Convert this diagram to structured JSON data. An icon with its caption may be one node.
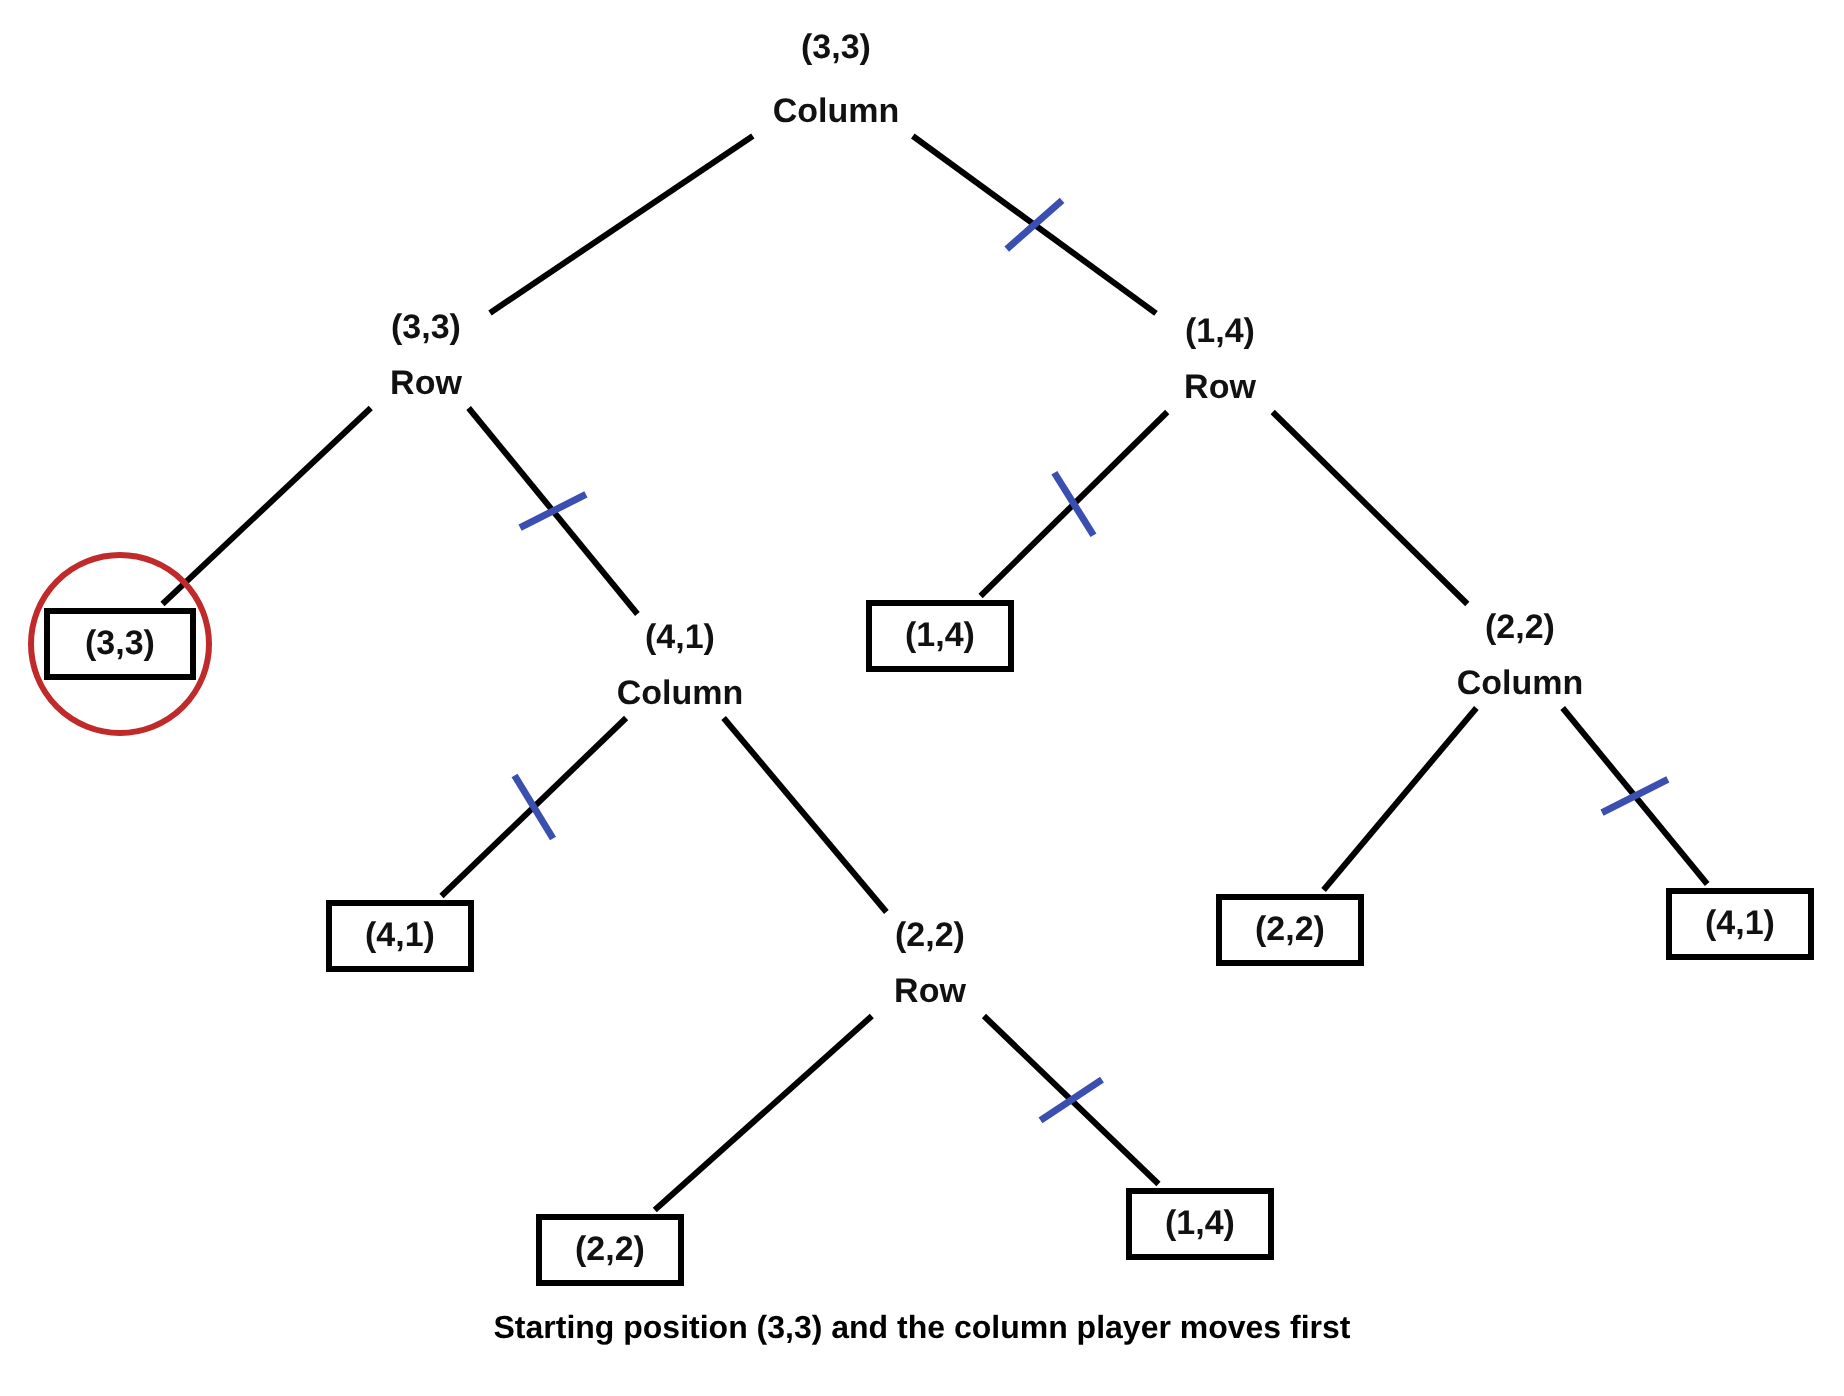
{
  "diagram": {
    "caption": "Starting position (3,3) and the column player moves first",
    "nodes": [
      {
        "text": [
          "(3,3)",
          "Column"
        ]
      },
      {
        "text": [
          "(3,3)",
          "Row"
        ]
      },
      {
        "text": [
          "(1,4)",
          "Row"
        ]
      },
      {
        "text": [],
        "shape": "circle"
      },
      {
        "text": [
          "(3,3)"
        ],
        "in": 3
      },
      {
        "text": [
          "(4,1)",
          "Column"
        ]
      },
      {
        "text": [
          "(1,4)"
        ]
      },
      {
        "text": [
          "(2,2)",
          "Column"
        ]
      },
      {
        "text": [
          "(4,1)"
        ]
      },
      {
        "text": [
          "(2,2)",
          "Row"
        ]
      },
      {
        "text": [
          "(2,2)"
        ]
      },
      {
        "text": [
          "(4,1)"
        ]
      },
      {
        "text": [
          "(2,2)"
        ]
      },
      {
        "text": [
          "(1,4)"
        ]
      }
    ],
    "edges": [
      {
        "from": 0,
        "to": 1,
        "arrow": "none"
      },
      {
        "from": 0,
        "to": 2,
        "arrow": "none"
      },
      {
        "from": 1,
        "to": 4,
        "arrow": "none"
      },
      {
        "from": 1,
        "to": 5,
        "arrow": "none"
      },
      {
        "from": 2,
        "to": 6,
        "arrow": "none"
      },
      {
        "from": 2,
        "to": 7,
        "arrow": "none"
      },
      {
        "from": 5,
        "to": 8,
        "arrow": "none"
      },
      {
        "from": 5,
        "to": 9,
        "arrow": "none"
      },
      {
        "from": 7,
        "to": 10,
        "arrow": "none"
      },
      {
        "from": 7,
        "to": 11,
        "arrow": "none"
      },
      {
        "from": 9,
        "to": 12,
        "arrow": "none"
      },
      {
        "from": 9,
        "to": 13,
        "arrow": "none"
      }
    ]
  }
}
